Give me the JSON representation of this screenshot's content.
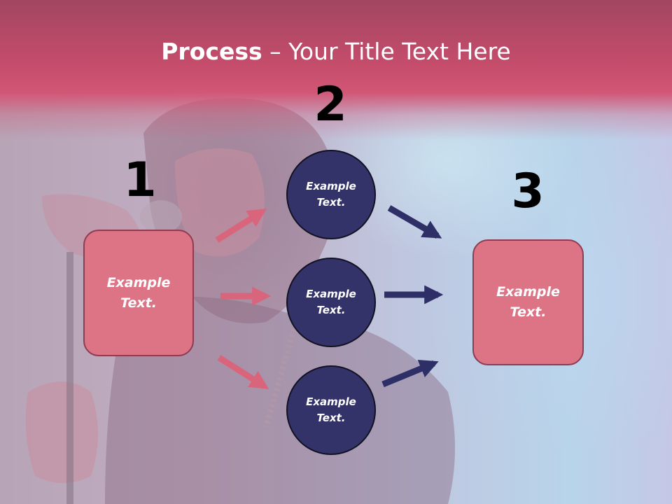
{
  "slide": {
    "title_bold": "Process",
    "title_rest": " – Your Title Text Here"
  },
  "steps": {
    "one": "1",
    "two": "2",
    "three": "3"
  },
  "nodes": {
    "left_box": [
      "Example",
      "Text."
    ],
    "circle_top": [
      "Example",
      "Text."
    ],
    "circle_middle": [
      "Example",
      "Text."
    ],
    "circle_bottom": [
      "Example",
      "Text."
    ],
    "right_box": [
      "Example",
      "Text."
    ]
  },
  "colors": {
    "header": "#c44c6b",
    "box_fill": "#dc7486",
    "box_border": "#8d3c54",
    "circle_fill": "#33336a",
    "arrow_pink": "#d9657c",
    "arrow_navy": "#2e2f66"
  }
}
